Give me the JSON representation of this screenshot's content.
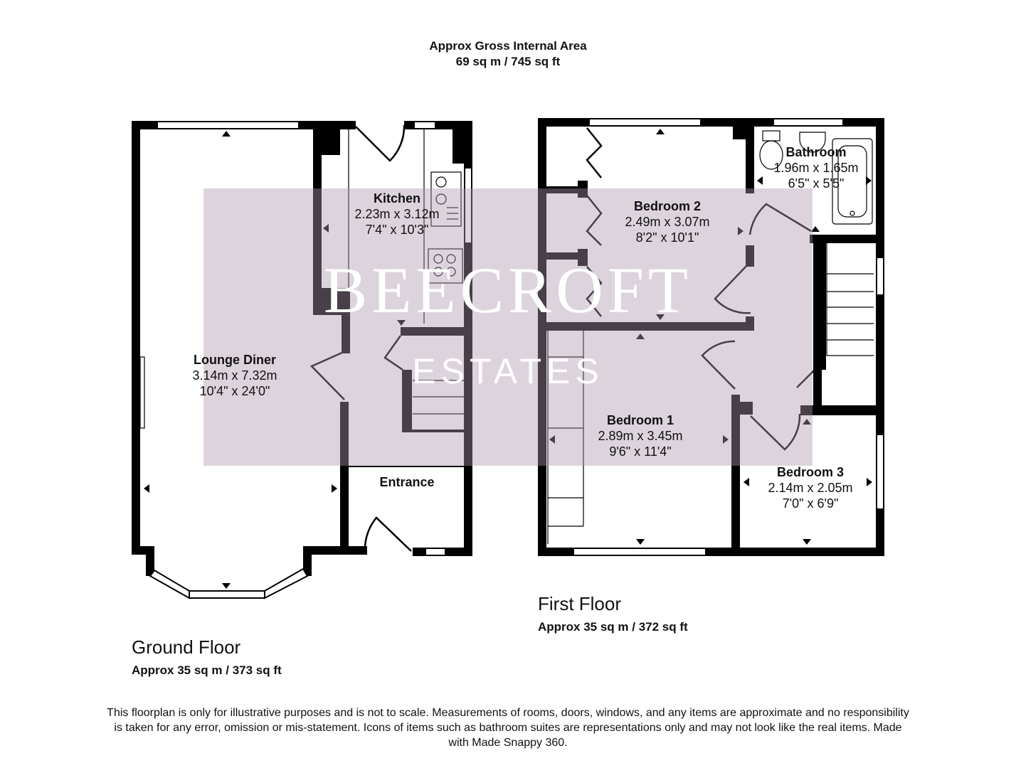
{
  "header": {
    "title": "Approx Gross Internal Area",
    "total_area": "69 sq m / 745 sq ft"
  },
  "watermark": {
    "brand": "BEECROFT",
    "sub": "ESTATES"
  },
  "ground_floor": {
    "title": "Ground Floor",
    "area": "Approx 35 sq m / 373 sq ft",
    "rooms": {
      "lounge": {
        "name": "Lounge Diner",
        "metric": "3.14m x 7.32m",
        "imperial": "10'4\" x 24'0\""
      },
      "kitchen": {
        "name": "Kitchen",
        "metric": "2.23m x 3.12m",
        "imperial": "7'4\" x 10'3\""
      },
      "entrance": {
        "name": "Entrance"
      }
    }
  },
  "first_floor": {
    "title": "First Floor",
    "area": "Approx 35 sq m / 372 sq ft",
    "rooms": {
      "bedroom2": {
        "name": "Bedroom 2",
        "metric": "2.49m x 3.07m",
        "imperial": "8'2\" x 10'1\""
      },
      "bathroom": {
        "name": "Bathroom",
        "metric": "1.96m x 1.65m",
        "imperial": "6'5\" x 5'5\""
      },
      "bedroom1": {
        "name": "Bedroom 1",
        "metric": "2.89m x 3.45m",
        "imperial": "9'6\" x 11'4\""
      },
      "bedroom3": {
        "name": "Bedroom 3",
        "metric": "2.14m x 2.05m",
        "imperial": "7'0\" x 6'9\""
      }
    }
  },
  "disclaimer": "This floorplan is only for illustrative purposes and is not to scale. Measurements of rooms, doors, windows, and any items are approximate and no responsibility is taken for any error, omission or mis-statement. Icons of items such as bathroom suites are representations only and may not look like the real items. Made with Made Snappy 360.",
  "colors": {
    "wall": "#000000",
    "watermark_band": "#ab96af",
    "background": "#ffffff"
  }
}
